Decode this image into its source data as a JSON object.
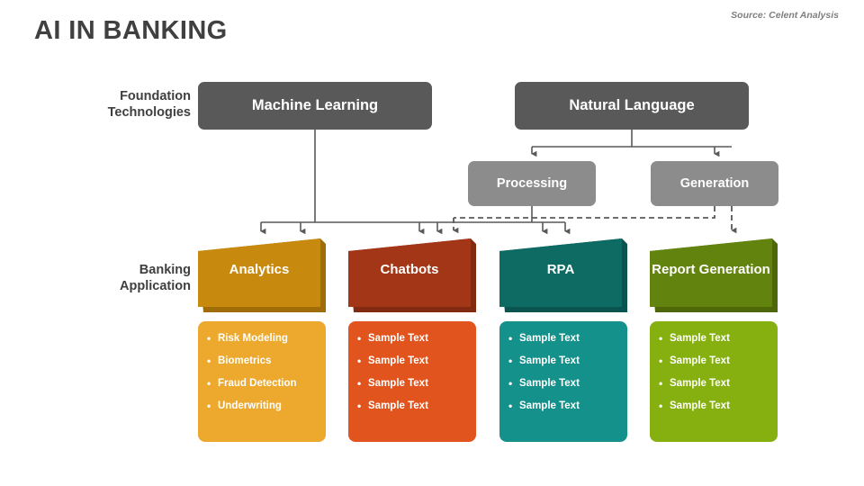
{
  "header": {
    "title": "AI IN BANKING",
    "source": "Source: Celent Analysis"
  },
  "rows": {
    "foundation_label": "Foundation\nTechnologies",
    "foundation_label_line1": "Foundation",
    "foundation_label_line2": "Technologies",
    "banking_label_line1": "Banking",
    "banking_label_line2": "Application"
  },
  "foundation": {
    "machine_learning": "Machine Learning",
    "natural_language": "Natural Language",
    "processing": "Processing",
    "generation": "Generation"
  },
  "applications": [
    {
      "name": "Analytics",
      "header_color": "#c8890f",
      "header_shadow_color": "#a06c08",
      "card_color": "#eda92e",
      "bullets": [
        "Risk Modeling",
        "Biometrics",
        "Fraud Detection",
        "Underwriting"
      ]
    },
    {
      "name": "Chatbots",
      "header_color": "#a33616",
      "header_shadow_color": "#822a0f",
      "card_color": "#e2541e",
      "bullets": [
        "Sample Text",
        "Sample Text",
        "Sample Text",
        "Sample Text"
      ]
    },
    {
      "name": "RPA",
      "header_color": "#0d6b63",
      "header_shadow_color": "#09544e",
      "card_color": "#14918a",
      "bullets": [
        "Sample Text",
        "Sample Text",
        "Sample Text",
        "Sample Text"
      ]
    },
    {
      "name": "Report Generation",
      "header_color": "#63830f",
      "header_shadow_color": "#4d6709",
      "card_color": "#85b010",
      "bullets": [
        "Sample Text",
        "Sample Text",
        "Sample Text",
        "Sample Text"
      ]
    }
  ],
  "bullet_glyph": "•",
  "colors": {
    "title": "#404040",
    "box_dark": "#595959",
    "box_mid": "#8c8c8c",
    "connector": "#595959",
    "source_text": "#7f7f7f"
  },
  "connectors": {
    "solid_note": "Machine Learning and Processing feed Analytics, Chatbots, RPA",
    "dashed_note": "Generation feeds Chatbots and Report Generation"
  }
}
